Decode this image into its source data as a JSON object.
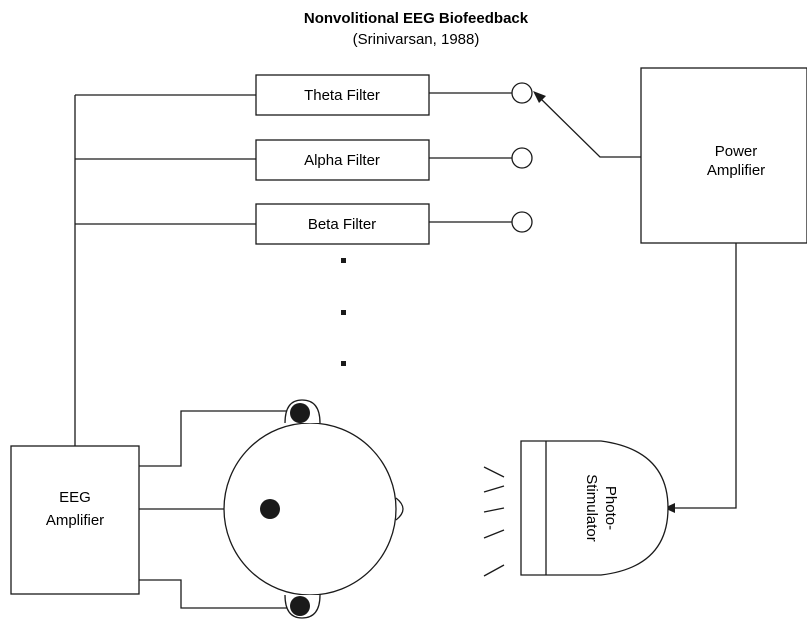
{
  "title": "Nonvolitional EEG Biofeedback",
  "subtitle": "(Srinivarsan, 1988)",
  "filters": [
    {
      "label": "Theta Filter"
    },
    {
      "label": "Alpha Filter"
    },
    {
      "label": "Beta Filter"
    }
  ],
  "power_amplifier": {
    "line1": "Power",
    "line2": "Amplifier"
  },
  "eeg_amplifier": {
    "line1": "EEG",
    "line2": "Amplifier"
  },
  "photo_stimulator": {
    "line1": "Photo-",
    "line2": "Stimulator"
  }
}
